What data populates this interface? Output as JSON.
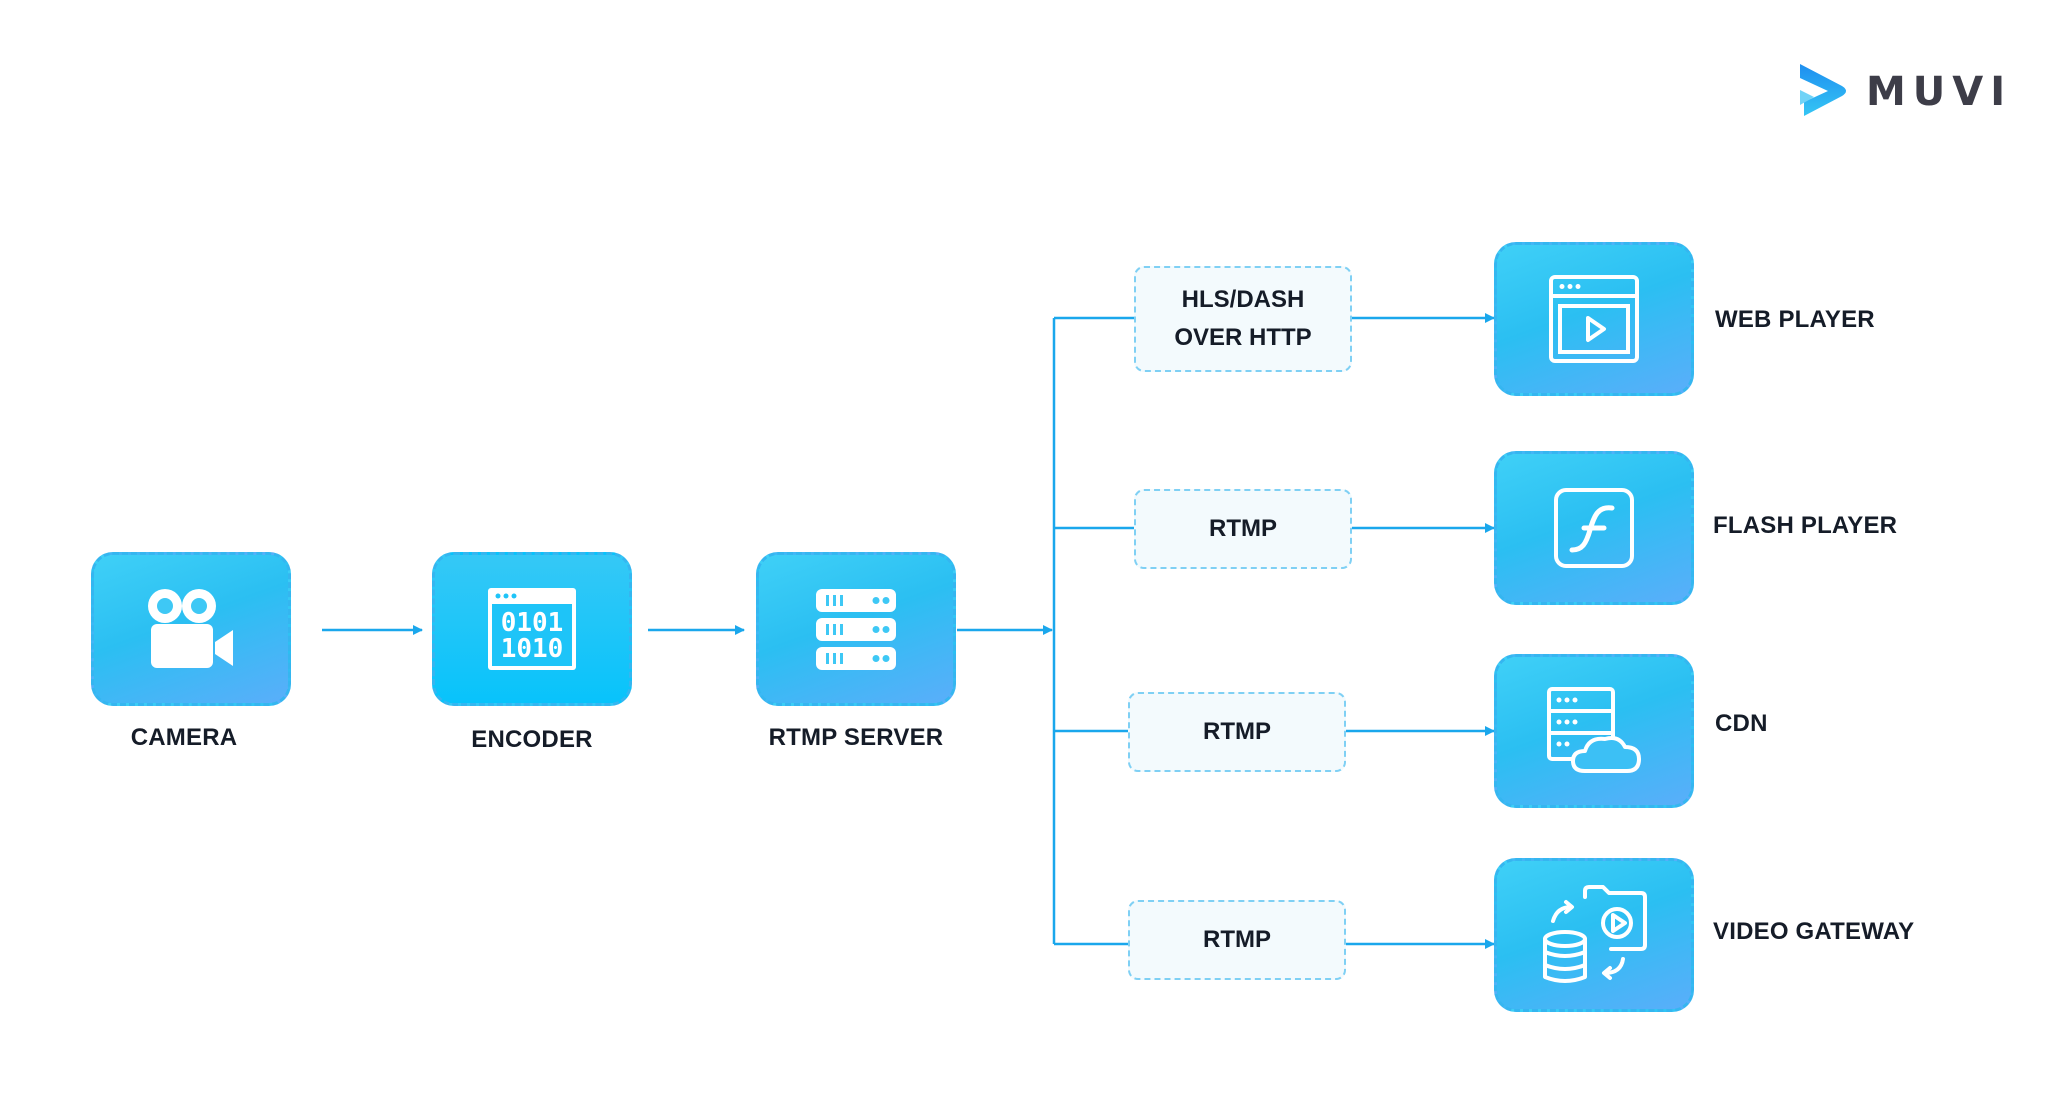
{
  "brand": {
    "name": "MUVI"
  },
  "colors": {
    "accent": "#1aa7ec",
    "node_gradient_start": "#3fd0f7",
    "node_gradient_end": "#5aaefa",
    "text": "#151c28"
  },
  "nodes": {
    "camera": {
      "label": "CAMERA",
      "icon": "video-camera-icon"
    },
    "encoder": {
      "label": "ENCODER",
      "icon": "binary-code-icon",
      "code_line1": "0101",
      "code_line2": "1010"
    },
    "rtmp_server": {
      "label": "RTMP SERVER",
      "icon": "server-rack-icon"
    },
    "web_player": {
      "label": "WEB PLAYER",
      "icon": "browser-play-icon"
    },
    "flash_player": {
      "label": "FLASH PLAYER",
      "icon": "flash-icon"
    },
    "cdn": {
      "label": "CDN",
      "icon": "server-cloud-icon"
    },
    "video_gateway": {
      "label": "VIDEO GATEWAY",
      "icon": "database-video-sync-icon"
    }
  },
  "protocols": {
    "hls_dash": {
      "line1": "HLS/DASH",
      "line2": "OVER HTTP"
    },
    "flash": {
      "text": "RTMP"
    },
    "cdn": {
      "text": "RTMP"
    },
    "gateway": {
      "text": "RTMP"
    }
  }
}
